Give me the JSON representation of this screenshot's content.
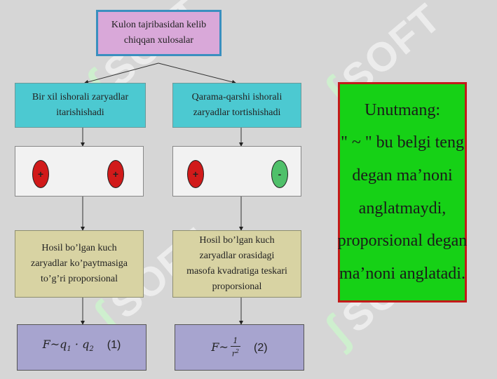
{
  "watermark": "SOFT",
  "title": {
    "line1": "Kulon tajribasidan kelib",
    "line2": "chiqqan xulosalar"
  },
  "left": {
    "head": {
      "line1": "Bir xil ishorali zaryadlar",
      "line2": "itarishishadi"
    },
    "charges": [
      "+",
      "+"
    ],
    "result": {
      "line1": "Hosil bo’lgan kuch",
      "line2": "zaryadlar ko’paytmasiga",
      "line3": "to’g’ri proporsional"
    },
    "formula": {
      "lhs": "F",
      "op": "~",
      "q1": "q",
      "s1": "1",
      "dot": "·",
      "q2": "q",
      "s2": "2",
      "num": "(1)"
    }
  },
  "right": {
    "head": {
      "line1": "Qarama-qarshi ishorali",
      "line2": "zaryadlar tortishishadi"
    },
    "charges": [
      "+",
      "-"
    ],
    "result": {
      "line1": "Hosil bo’lgan kuch",
      "line2": "zaryadlar orasidagi",
      "line3": "masofa kvadratiga teskari",
      "line4": "proporsional"
    },
    "formula": {
      "lhs": "F",
      "op": "~",
      "numer": "1",
      "denom": "r",
      "pow": "2",
      "num": "(2)"
    }
  },
  "note": {
    "line1": "Unutmang:",
    "line2": "\" ~ \" bu belgi teng",
    "line3": "degan ma’noni",
    "line4": "anglatmaydi,",
    "line5": "proporsional degan",
    "line6": "ma’noni anglatadi."
  },
  "colors": {
    "background": "#d6d6d6",
    "title_fill": "#d9a8d9",
    "head_fill": "#4cc9d1",
    "result_fill": "#d8d3a3",
    "formula_fill": "#a7a4cf",
    "note_fill": "#16d116",
    "note_border": "#c31a1a"
  }
}
